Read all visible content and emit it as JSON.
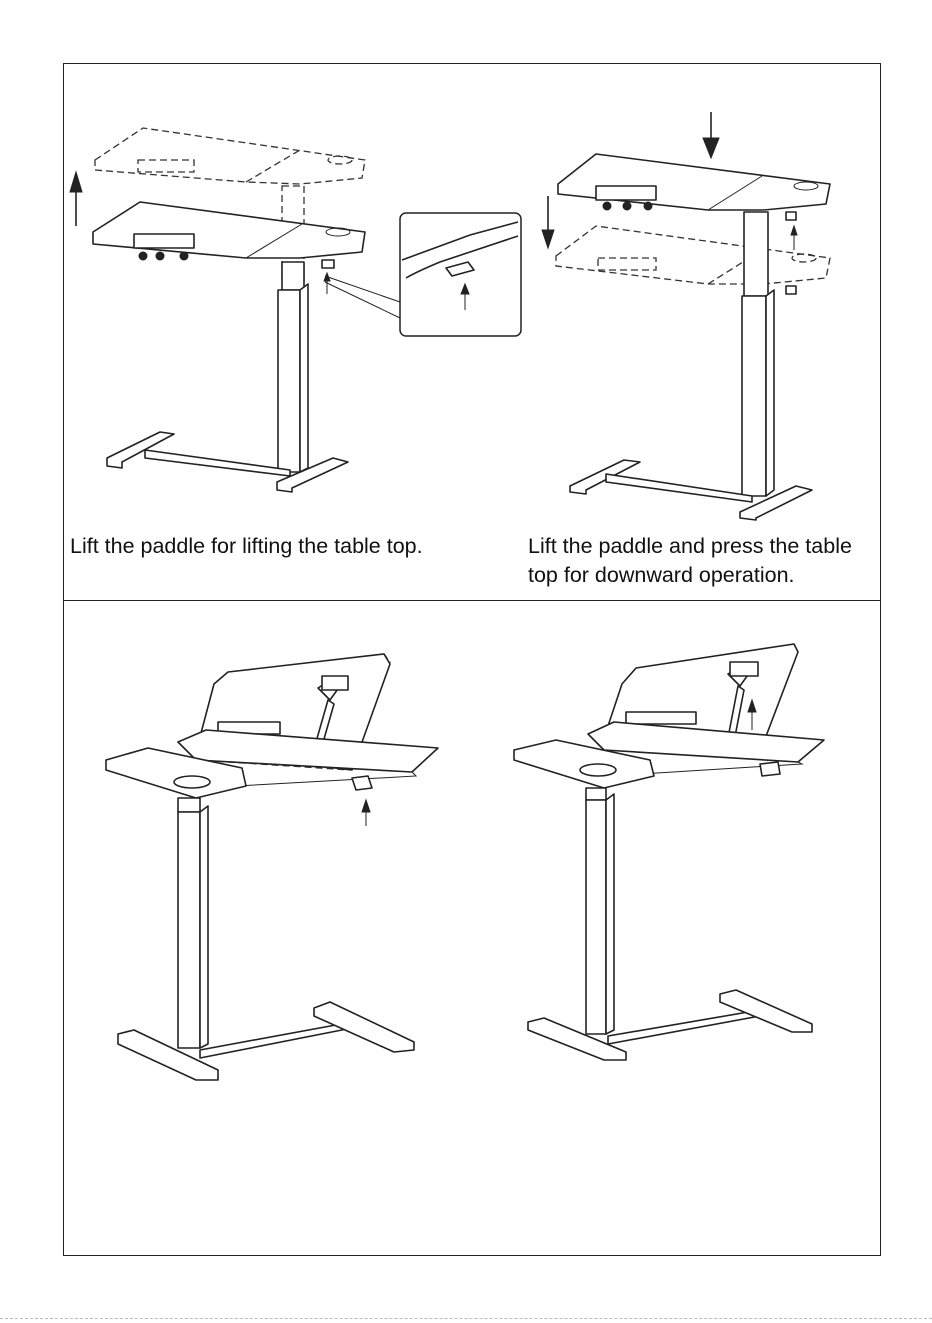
{
  "captions": {
    "top_left": "Lift the paddle for lifting the table top.",
    "top_right_line1": "Lift the paddle and press the table",
    "top_right_line2": "top for downward operation."
  },
  "icons": [
    "up-arrow-icon",
    "down-arrow-icon",
    "small-up-arrow-icon"
  ]
}
